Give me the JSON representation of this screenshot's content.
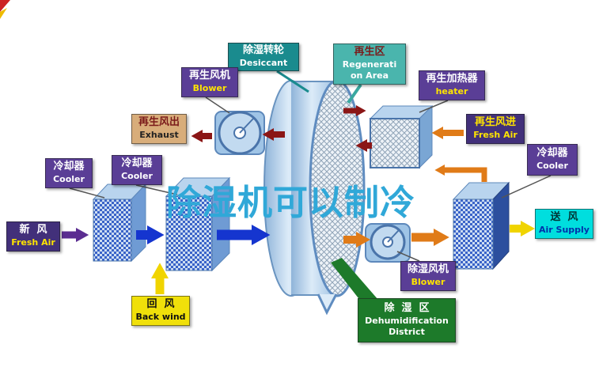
{
  "watermark_title": "除湿机可以制冷",
  "labels": {
    "desiccant": {
      "zh": "除湿转轮",
      "en": "Desiccant"
    },
    "regeneration_area": {
      "zh": "再生区",
      "en_line1": "Regenerati",
      "en_line2": "on Area"
    },
    "regen_blower": {
      "zh": "再生风机",
      "en": "Blower"
    },
    "regen_heater": {
      "zh": "再生加热器",
      "en": "heater"
    },
    "exhaust": {
      "zh": "再生风出",
      "en": "Exhaust"
    },
    "regen_fresh_air": {
      "zh": "再生风进",
      "en": "Fresh Air"
    },
    "cooler_left_outer": {
      "zh": "冷却器",
      "en": "Cooler"
    },
    "cooler_left_inner": {
      "zh": "冷却器",
      "en": "Cooler"
    },
    "cooler_right": {
      "zh": "冷却器",
      "en": "Cooler"
    },
    "fresh_air_inlet": {
      "zh": "新  风",
      "en": "Fresh Air"
    },
    "back_wind": {
      "zh": "回  风",
      "en": "Back wind"
    },
    "air_supply": {
      "zh": "送  风",
      "en": "Air Supply"
    },
    "dehumid_blower": {
      "zh": "除湿风机",
      "en": "Blower"
    },
    "dehumid_district": {
      "zh": "除  湿  区",
      "en_line1": "Dehumidification",
      "en_line2": "District"
    }
  },
  "colors": {
    "label_teal": "#1a8b8e",
    "label_light_teal": "#4ab5ad",
    "label_purple": "#5a3e96",
    "label_dark_purple": "#42307a",
    "label_tan": "#d8ad7a",
    "label_yellow": "#f0e00a",
    "label_cyan": "#00dede",
    "label_green": "#1d7a2a",
    "arrow_blue": "#1535cf",
    "arrow_purple": "#5b2d91",
    "arrow_yellow": "#f0d400",
    "arrow_orange": "#e07b18",
    "arrow_dark_red": "#8b1616",
    "watermark_blue": "#30a8d8"
  }
}
